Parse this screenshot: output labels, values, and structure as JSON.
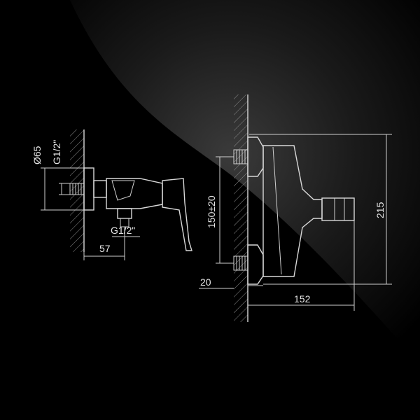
{
  "dimensions": {
    "diameter": "Ø65",
    "thread_left_vertical": "G1/2\"",
    "thread_bottom": "G1/2\"",
    "depth_left": "57",
    "center_distance": "150±20",
    "wall_offset": "20",
    "total_depth": "152",
    "total_height": "215"
  },
  "colors": {
    "background": "#000000",
    "line": "#d8d8d8",
    "sheen": "#2a2a2a"
  }
}
